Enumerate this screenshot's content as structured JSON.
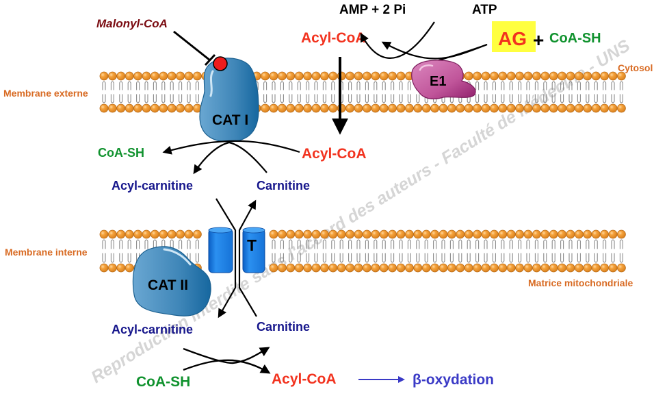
{
  "title": "Transport des acides gras dans la mitochondrie (navette carnitine)",
  "colors": {
    "membrane_head": "#f39c33",
    "membrane_tail": "#8a8a8a",
    "enzyme_cat": "#3f86b8",
    "enzyme_e1": "#c0559a",
    "transporter": "#1f7fe0",
    "inhibitor_dot": "#ee1c1c",
    "highlight": "#ffff40"
  },
  "regions": {
    "cytosol": "Cytosol",
    "outer_membrane": "Membrane externe",
    "inner_membrane": "Membrane interne",
    "matrix": "Matrice mitochondriale"
  },
  "proteins": {
    "e1": "E1",
    "cat1": "CAT I",
    "transporter": "T",
    "cat2": "CAT II"
  },
  "cytosol_reaction": {
    "substrate_fa": "AG",
    "plus": "+",
    "substrate_coa": "CoA-SH",
    "atp": "ATP",
    "amp": "AMP + 2 Pi",
    "product": "Acyl-CoA"
  },
  "inhibitor": "Malonyl-CoA",
  "intermembrane": {
    "acyl_coa": "Acyl-CoA",
    "coa_sh": "CoA-SH",
    "acyl_carnitine": "Acyl-carnitine",
    "carnitine": "Carnitine"
  },
  "matrix_reaction": {
    "acyl_carnitine": "Acyl-carnitine",
    "carnitine": "Carnitine",
    "coa_sh": "CoA-SH",
    "acyl_coa": "Acyl-CoA",
    "beta_oxidation": "β-oxydation"
  },
  "watermark": "Reproduction interdite sans l'accord des auteurs - Faculté de Médecine - UNS"
}
